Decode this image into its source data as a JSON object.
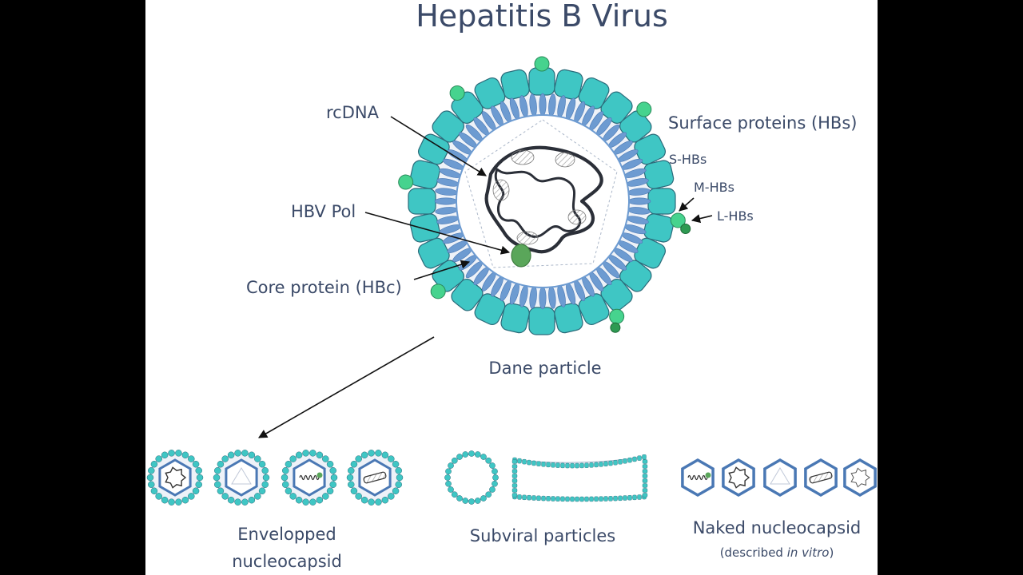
{
  "title": "Hepatitis B Virus",
  "labels": {
    "rcdna": "rcDNA",
    "hbv_pol": "HBV Pol",
    "core_protein": "Core protein (HBc)",
    "surface_proteins": "Surface proteins (HBs)",
    "s_hbs": "S-HBs",
    "m_hbs": "M-HBs",
    "l_hbs": "L-HBs",
    "dane_particle": "Dane particle"
  },
  "groups": {
    "envelopped_line1": "Envelopped",
    "envelopped_line2": "nucleocapsid",
    "subviral": "Subviral particles",
    "naked": "Naked nucleocapsid",
    "naked_note_pre": "(described ",
    "naked_note_italic": "in vitro",
    "naked_note_post": ")"
  },
  "colors": {
    "envelope_protein": "#3fc6c4",
    "envelope_outline": "#2b6b7a",
    "knob_light": "#46d38e",
    "knob_dark": "#2e9a52",
    "capsid_spike": "#6d9bd1",
    "capsid_outline": "#4a78b4",
    "polymerase": "#5aa65a",
    "text": "#3b4a68"
  }
}
